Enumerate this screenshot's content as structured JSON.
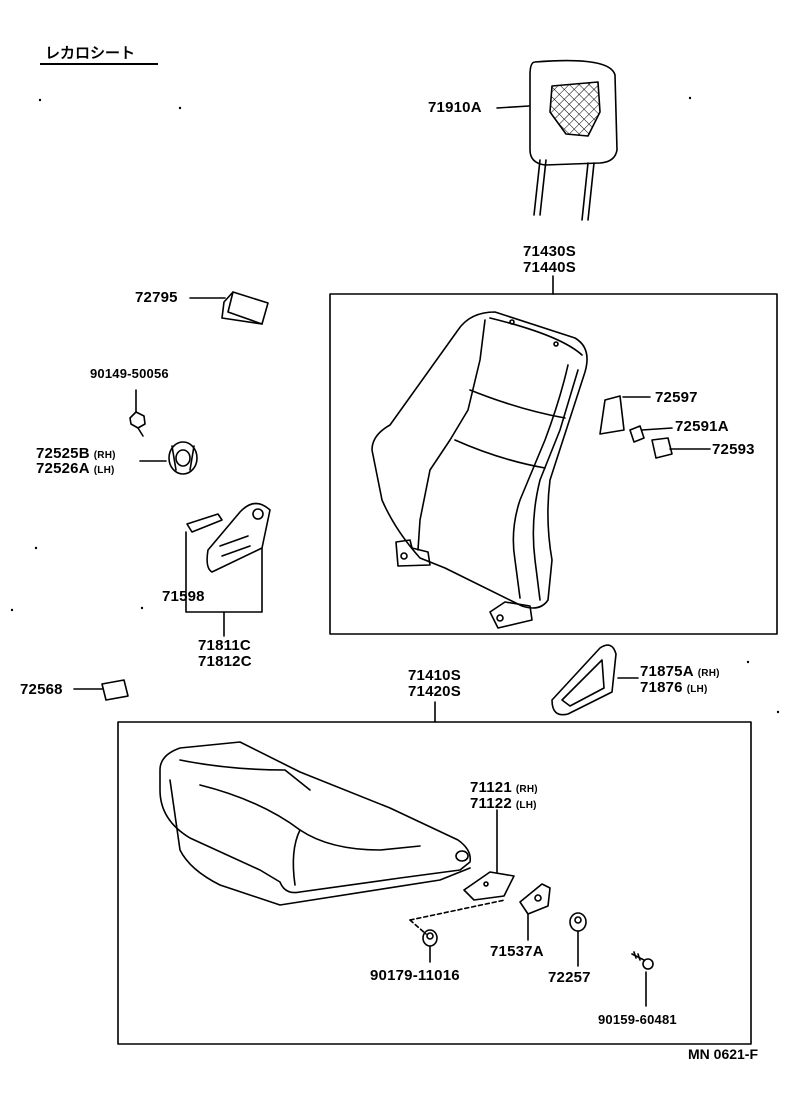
{
  "title": "レカロシート",
  "diagram_code": "MN 0621-F",
  "side_labels": {
    "rh": "(RH)",
    "lh": "(LH)"
  },
  "parts": {
    "headrest": "71910A",
    "back_a": "71430S",
    "back_b": "71440S",
    "p72795": "72795",
    "p90149": "90149-50056",
    "p72525b": "72525B",
    "p72526a": "72526A",
    "p72597": "72597",
    "p72591a": "72591A",
    "p72593": "72593",
    "p71598": "71598",
    "p71811c": "71811C",
    "p71812c": "71812C",
    "p72568": "72568",
    "cushion_a": "71410S",
    "cushion_b": "71420S",
    "p71875a": "71875A",
    "p71876": "71876",
    "p71121": "71121",
    "p71122": "71122",
    "p71537a": "71537A",
    "p90179": "90179-11016",
    "p72257": "72257",
    "p90159": "90159-60481"
  }
}
